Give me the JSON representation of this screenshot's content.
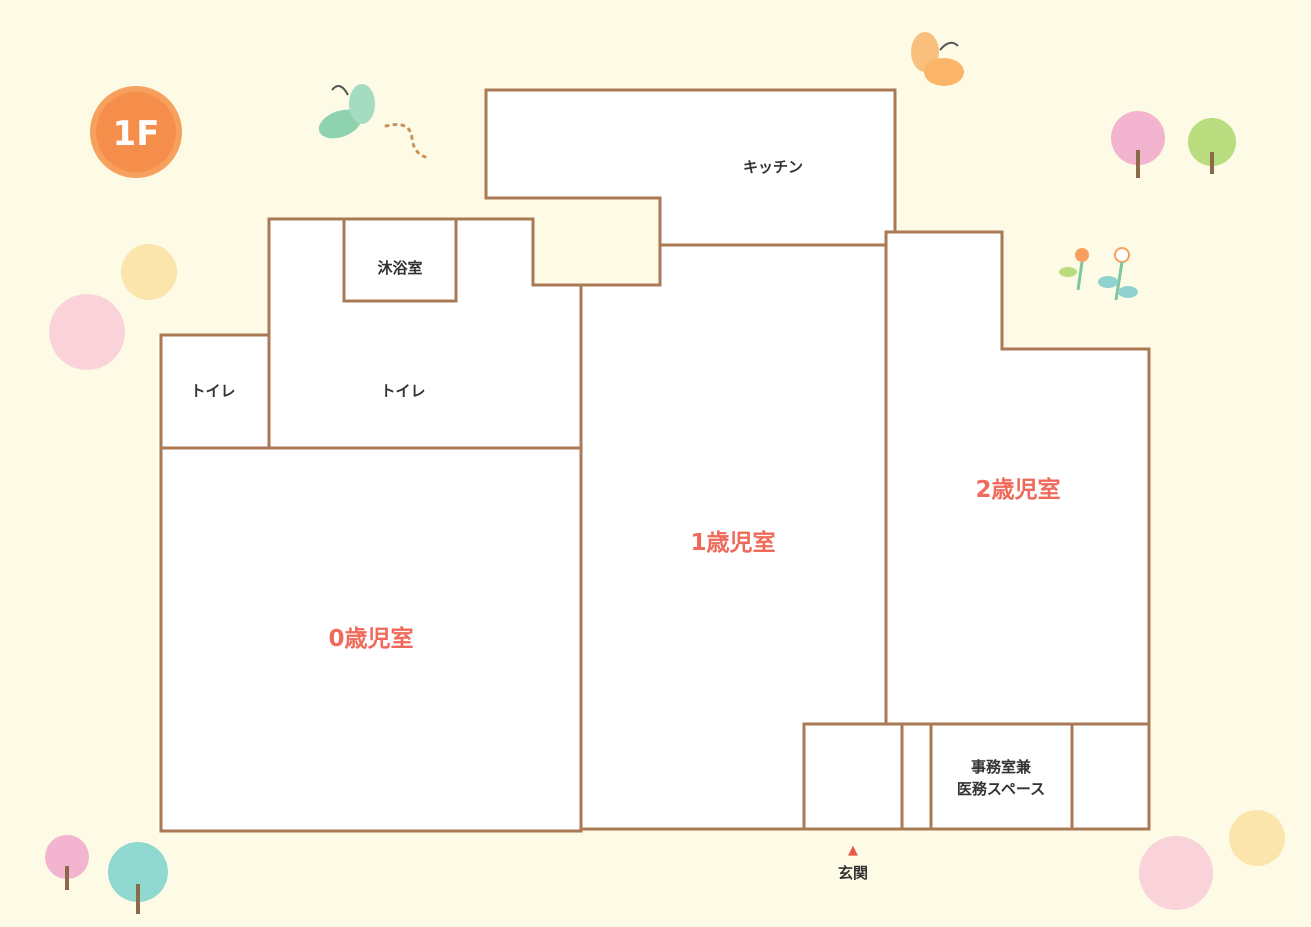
{
  "floor_badge": "1F",
  "rooms": {
    "kitchen": "キッチン",
    "bath": "沐浴室",
    "toilet_left": "トイレ",
    "toilet_center": "トイレ",
    "room_age0": "0歳児室",
    "room_age1": "1歳児室",
    "room_age2": "2歳児室",
    "office_line1": "事務室兼",
    "office_line2": "医務スペース"
  },
  "entrance": {
    "label": "玄関",
    "marker": "▲"
  },
  "colors": {
    "background": "#fdfbe6",
    "wall": "#a97a55",
    "age_label": "#ef6a5a",
    "badge": "#f7a05e"
  },
  "decorations": [
    "butterfly-green-icon",
    "butterfly-orange-icon",
    "tree-pink-icon",
    "tree-green-icon",
    "tree-teal-icon",
    "flower-icon",
    "dotted-circle-icon"
  ]
}
